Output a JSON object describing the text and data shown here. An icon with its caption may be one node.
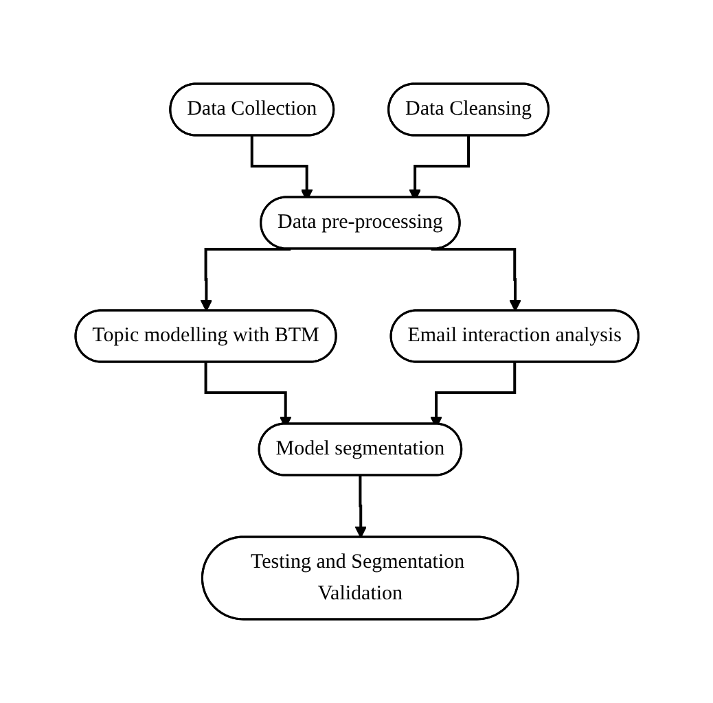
{
  "diagram": {
    "nodes": [
      {
        "text": [
          "Data Collection"
        ]
      },
      {
        "text": [
          "Data Cleansing"
        ]
      },
      {
        "text": [
          "Data pre-processing"
        ]
      },
      {
        "text": [
          "Topic modelling with BTM"
        ]
      },
      {
        "text": [
          "Email interaction analysis"
        ]
      },
      {
        "text": [
          "Model segmentation"
        ]
      },
      {
        "text": [
          "Testing and Segmentation Validation"
        ]
      }
    ],
    "edges": [
      {
        "from": 0,
        "to": 2,
        "arrow": "to"
      },
      {
        "from": 1,
        "to": 2,
        "arrow": "to"
      },
      {
        "from": 2,
        "to": 3,
        "arrow": "to"
      },
      {
        "from": 2,
        "to": 4,
        "arrow": "to"
      },
      {
        "from": 3,
        "to": 5,
        "arrow": "to"
      },
      {
        "from": 4,
        "to": 5,
        "arrow": "to"
      },
      {
        "from": 5,
        "to": 6,
        "arrow": "to"
      }
    ]
  }
}
